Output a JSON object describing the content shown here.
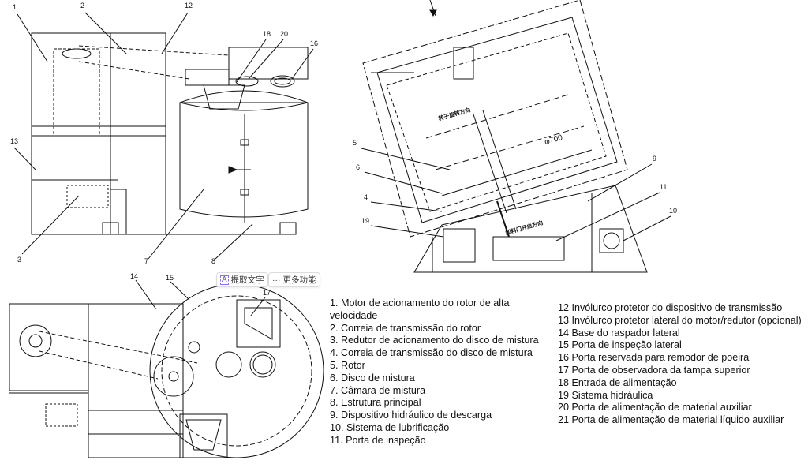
{
  "toolbar": {
    "extract_text_label": "提取文字",
    "more_features_label": "更多功能",
    "ai_icon": "A",
    "more_icon": "···"
  },
  "drawing_annotations": {
    "rotor_direction": "转子旋转方向",
    "diameter": "φ700",
    "door_direction": "卸料门开启方向"
  },
  "callouts": [
    "1",
    "2",
    "12",
    "18",
    "20",
    "16",
    "13",
    "3",
    "7",
    "8",
    "5",
    "6",
    "4",
    "19",
    "9",
    "11",
    "10",
    "14",
    "15",
    "17"
  ],
  "legend": {
    "left": [
      "1. Motor de acionamento do rotor de alta velocidade",
      "2. Correia de transmissão do rotor",
      "3. Redutor de acionamento do disco de mistura",
      "4. Correia de transmissão do disco de mistura",
      "5. Rotor",
      "6. Disco de mistura",
      "7. Câmara de mistura",
      "8. Estrutura principal",
      "9. Dispositivo hidráulico de descarga",
      "10. Sistema de lubrificação",
      "11. Porta de inspeção"
    ],
    "right": [
      "12 Invólurco protetor do dispositivo de transmissão",
      "13 Invólurco protetor lateral do motor/redutor (opcional)",
      "14 Base do raspador lateral",
      "15 Porta de inspeção lateral",
      "16 Porta reservada para remodor de poeira",
      "17 Porta de observadora da tampa superior",
      "18 Entrada de alimentação",
      "19 Sistema hidráulica",
      "20 Porta de alimentação de material auxiliar",
      "21 Porta de alimentação de material líquido auxiliar"
    ]
  }
}
